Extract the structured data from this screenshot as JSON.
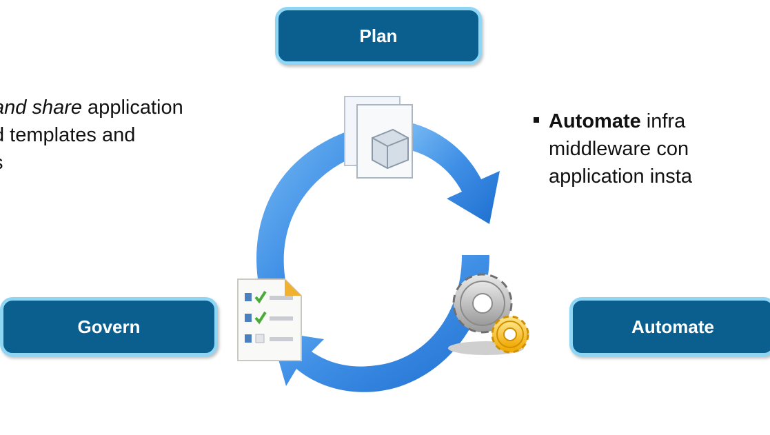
{
  "stages": {
    "plan": "Plan",
    "govern": "Govern",
    "automate": "Automate"
  },
  "left_text": {
    "line1_italic": "and share",
    "line1_rest": " application",
    "line2": "d templates and",
    "line3": "s"
  },
  "right_text": {
    "bold": "Automate",
    "line1_rest": " infra",
    "line2": "middleware con",
    "line3": "application insta"
  },
  "icons": {
    "plan": "document-stack-icon",
    "govern": "checklist-icon",
    "automate": "gears-icon"
  },
  "colors": {
    "pill_fill": "#0b5f8f",
    "pill_border": "#8fd6f5",
    "cycle_arrow": "#3f8fe6"
  }
}
